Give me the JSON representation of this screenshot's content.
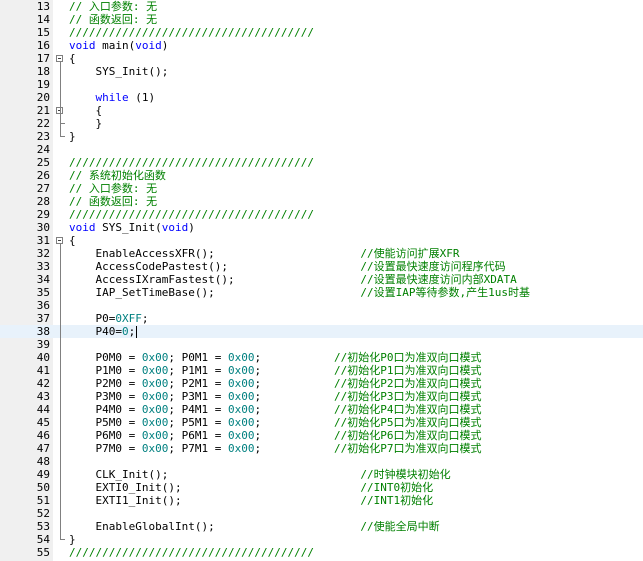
{
  "editor": {
    "current_line": 38,
    "colors": {
      "keyword": "#0000ff",
      "comment": "#008000",
      "number": "#008080",
      "gutter": "#f0f0f0"
    },
    "lines": [
      {
        "n": "13",
        "tokens": [
          {
            "t": "// 入口参数: 无",
            "c": "cmt"
          }
        ]
      },
      {
        "n": "14",
        "tokens": [
          {
            "t": "// 函数返回: 无",
            "c": "cmt"
          }
        ]
      },
      {
        "n": "15",
        "tokens": [
          {
            "t": "/////////////////////////////////////",
            "c": "cmt"
          }
        ]
      },
      {
        "n": "16",
        "tokens": [
          {
            "t": "void",
            "c": "kw"
          },
          {
            "t": " main("
          },
          {
            "t": "void",
            "c": "kw"
          },
          {
            "t": ")"
          }
        ]
      },
      {
        "n": "17",
        "fold": "open",
        "tokens": [
          {
            "t": "{"
          }
        ]
      },
      {
        "n": "18",
        "tokens": [
          {
            "t": "    SYS_Init();"
          }
        ]
      },
      {
        "n": "19",
        "tokens": []
      },
      {
        "n": "20",
        "tokens": [
          {
            "t": "    "
          },
          {
            "t": "while",
            "c": "kw"
          },
          {
            "t": " (1)"
          }
        ]
      },
      {
        "n": "21",
        "fold": "open",
        "tokens": [
          {
            "t": "    {"
          }
        ]
      },
      {
        "n": "22",
        "fold": "end",
        "tokens": [
          {
            "t": "    }"
          }
        ]
      },
      {
        "n": "23",
        "fold": "end",
        "tokens": [
          {
            "t": "}"
          }
        ]
      },
      {
        "n": "24",
        "tokens": []
      },
      {
        "n": "25",
        "tokens": [
          {
            "t": "/////////////////////////////////////",
            "c": "cmt"
          }
        ]
      },
      {
        "n": "26",
        "tokens": [
          {
            "t": "// 系统初始化函数",
            "c": "cmt"
          }
        ]
      },
      {
        "n": "27",
        "tokens": [
          {
            "t": "// 入口参数: 无",
            "c": "cmt"
          }
        ]
      },
      {
        "n": "28",
        "tokens": [
          {
            "t": "// 函数返回: 无",
            "c": "cmt"
          }
        ]
      },
      {
        "n": "29",
        "tokens": [
          {
            "t": "/////////////////////////////////////",
            "c": "cmt"
          }
        ]
      },
      {
        "n": "30",
        "tokens": [
          {
            "t": "void",
            "c": "kw"
          },
          {
            "t": " SYS_Init("
          },
          {
            "t": "void",
            "c": "kw"
          },
          {
            "t": ")"
          }
        ]
      },
      {
        "n": "31",
        "fold": "open",
        "tokens": [
          {
            "t": "{"
          }
        ]
      },
      {
        "n": "32",
        "tokens": [
          {
            "t": "    EnableAccessXFR();                      "
          },
          {
            "t": "//使能访问扩展XFR",
            "c": "cmt"
          }
        ]
      },
      {
        "n": "33",
        "tokens": [
          {
            "t": "    AccessCodePastest();                    "
          },
          {
            "t": "//设置最快速度访问程序代码",
            "c": "cmt"
          }
        ]
      },
      {
        "n": "34",
        "tokens": [
          {
            "t": "    AccessIXramFastest();                   "
          },
          {
            "t": "//设置最快速度访问内部XDATA",
            "c": "cmt"
          }
        ]
      },
      {
        "n": "35",
        "tokens": [
          {
            "t": "    IAP_SetTimeBase();                      "
          },
          {
            "t": "//设置IAP等待参数,产生1us时基",
            "c": "cmt"
          }
        ]
      },
      {
        "n": "36",
        "tokens": []
      },
      {
        "n": "37",
        "tokens": [
          {
            "t": "    P0="
          },
          {
            "t": "0XFF",
            "c": "num"
          },
          {
            "t": ";"
          }
        ]
      },
      {
        "n": "38",
        "cursor": true,
        "tokens": [
          {
            "t": "    P40="
          },
          {
            "t": "0",
            "c": "num"
          },
          {
            "t": ";"
          }
        ]
      },
      {
        "n": "39",
        "tokens": []
      },
      {
        "n": "40",
        "tokens": [
          {
            "t": "    P0M0 = "
          },
          {
            "t": "0x00",
            "c": "num"
          },
          {
            "t": "; P0M1 = "
          },
          {
            "t": "0x00",
            "c": "num"
          },
          {
            "t": ";           "
          },
          {
            "t": "//初始化P0口为准双向口模式",
            "c": "cmt"
          }
        ]
      },
      {
        "n": "41",
        "tokens": [
          {
            "t": "    P1M0 = "
          },
          {
            "t": "0x00",
            "c": "num"
          },
          {
            "t": "; P1M1 = "
          },
          {
            "t": "0x00",
            "c": "num"
          },
          {
            "t": ";           "
          },
          {
            "t": "//初始化P1口为准双向口模式",
            "c": "cmt"
          }
        ]
      },
      {
        "n": "42",
        "tokens": [
          {
            "t": "    P2M0 = "
          },
          {
            "t": "0x00",
            "c": "num"
          },
          {
            "t": "; P2M1 = "
          },
          {
            "t": "0x00",
            "c": "num"
          },
          {
            "t": ";           "
          },
          {
            "t": "//初始化P2口为准双向口模式",
            "c": "cmt"
          }
        ]
      },
      {
        "n": "43",
        "tokens": [
          {
            "t": "    P3M0 = "
          },
          {
            "t": "0x00",
            "c": "num"
          },
          {
            "t": "; P3M1 = "
          },
          {
            "t": "0x00",
            "c": "num"
          },
          {
            "t": ";           "
          },
          {
            "t": "//初始化P3口为准双向口模式",
            "c": "cmt"
          }
        ]
      },
      {
        "n": "44",
        "tokens": [
          {
            "t": "    P4M0 = "
          },
          {
            "t": "0x00",
            "c": "num"
          },
          {
            "t": "; P4M1 = "
          },
          {
            "t": "0x00",
            "c": "num"
          },
          {
            "t": ";           "
          },
          {
            "t": "//初始化P4口为准双向口模式",
            "c": "cmt"
          }
        ]
      },
      {
        "n": "45",
        "tokens": [
          {
            "t": "    P5M0 = "
          },
          {
            "t": "0x00",
            "c": "num"
          },
          {
            "t": "; P5M1 = "
          },
          {
            "t": "0x00",
            "c": "num"
          },
          {
            "t": ";           "
          },
          {
            "t": "//初始化P5口为准双向口模式",
            "c": "cmt"
          }
        ]
      },
      {
        "n": "46",
        "tokens": [
          {
            "t": "    P6M0 = "
          },
          {
            "t": "0x00",
            "c": "num"
          },
          {
            "t": "; P6M1 = "
          },
          {
            "t": "0x00",
            "c": "num"
          },
          {
            "t": ";           "
          },
          {
            "t": "//初始化P6口为准双向口模式",
            "c": "cmt"
          }
        ]
      },
      {
        "n": "47",
        "tokens": [
          {
            "t": "    P7M0 = "
          },
          {
            "t": "0x00",
            "c": "num"
          },
          {
            "t": "; P7M1 = "
          },
          {
            "t": "0x00",
            "c": "num"
          },
          {
            "t": ";           "
          },
          {
            "t": "//初始化P7口为准双向口模式",
            "c": "cmt"
          }
        ]
      },
      {
        "n": "48",
        "tokens": []
      },
      {
        "n": "49",
        "tokens": [
          {
            "t": "    CLK_Init();                             "
          },
          {
            "t": "//时钟模块初始化",
            "c": "cmt"
          }
        ]
      },
      {
        "n": "50",
        "tokens": [
          {
            "t": "    EXTI0_Init();                           "
          },
          {
            "t": "//INT0初始化",
            "c": "cmt"
          }
        ]
      },
      {
        "n": "51",
        "tokens": [
          {
            "t": "    EXTI1_Init();                           "
          },
          {
            "t": "//INT1初始化",
            "c": "cmt"
          }
        ]
      },
      {
        "n": "52",
        "tokens": []
      },
      {
        "n": "53",
        "tokens": [
          {
            "t": "    EnableGlobalInt();                      "
          },
          {
            "t": "//使能全局中断",
            "c": "cmt"
          }
        ]
      },
      {
        "n": "54",
        "fold": "end",
        "tokens": [
          {
            "t": "}"
          }
        ]
      },
      {
        "n": "55",
        "tokens": [
          {
            "t": "/////////////////////////////////////",
            "c": "cmt"
          }
        ]
      }
    ]
  }
}
